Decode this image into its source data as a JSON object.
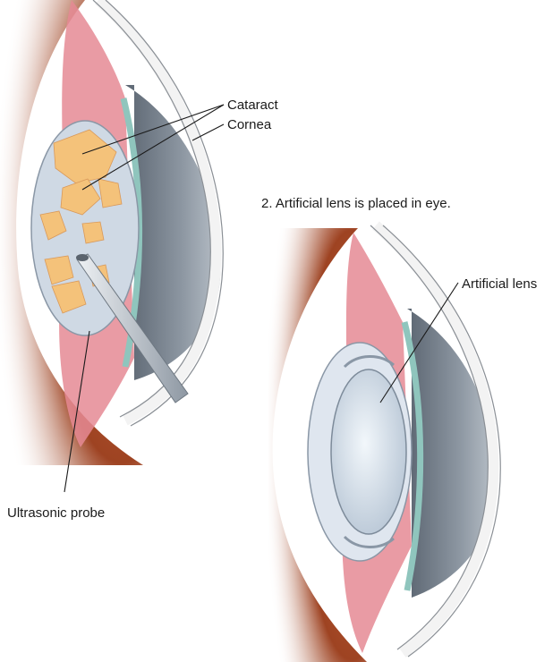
{
  "labels": {
    "cataract": "Cataract",
    "cornea": "Cornea",
    "ultrasonic_probe": "Ultrasonic probe",
    "artificial_lens": "Artificial lens",
    "step2_caption": "2.  Artificial lens is placed in eye."
  },
  "colors": {
    "sclera_red": "#b3542d",
    "iris_pink": "#e07f8a",
    "cornea_gray": "#7b8692",
    "lens_blue": "#d9e4ef",
    "cataract_orange": "#f4c27a",
    "probe_gray": "#c7ced5"
  }
}
